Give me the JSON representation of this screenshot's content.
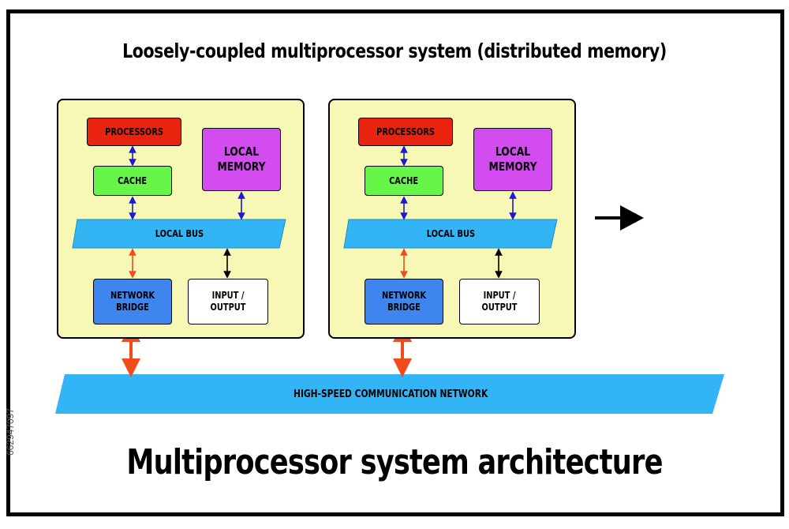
{
  "title": "Loosely-coupled multiprocessor system  (distributed memory)",
  "bottom_title": "Multiprocessor system architecture",
  "network_label": "HIGH-SPEED COMMUNICATION NETWORK",
  "watermark_id": "662947097",
  "nodes": [
    {
      "processors": "PROCESSORS",
      "cache": "CACHE",
      "local_memory": "LOCAL MEMORY",
      "local_bus": "LOCAL BUS",
      "network_bridge": "NETWORK BRIDGE",
      "input_output": "INPUT / OUTPUT"
    },
    {
      "processors": "PROCESSORS",
      "cache": "CACHE",
      "local_memory": "LOCAL MEMORY",
      "local_bus": "LOCAL BUS",
      "network_bridge": "NETWORK BRIDGE",
      "input_output": "INPUT / OUTPUT"
    }
  ],
  "colors": {
    "node_bg": "#f7f8b5",
    "processors": "#e8230e",
    "cache": "#66f548",
    "local_memory": "#d34cf0",
    "bus": "#33b5f5",
    "network_bridge": "#3e86ee",
    "arrow_blue": "#1a1ad6",
    "arrow_red": "#f24a1c"
  },
  "continuation_arrow_icon": "right-arrow-icon"
}
